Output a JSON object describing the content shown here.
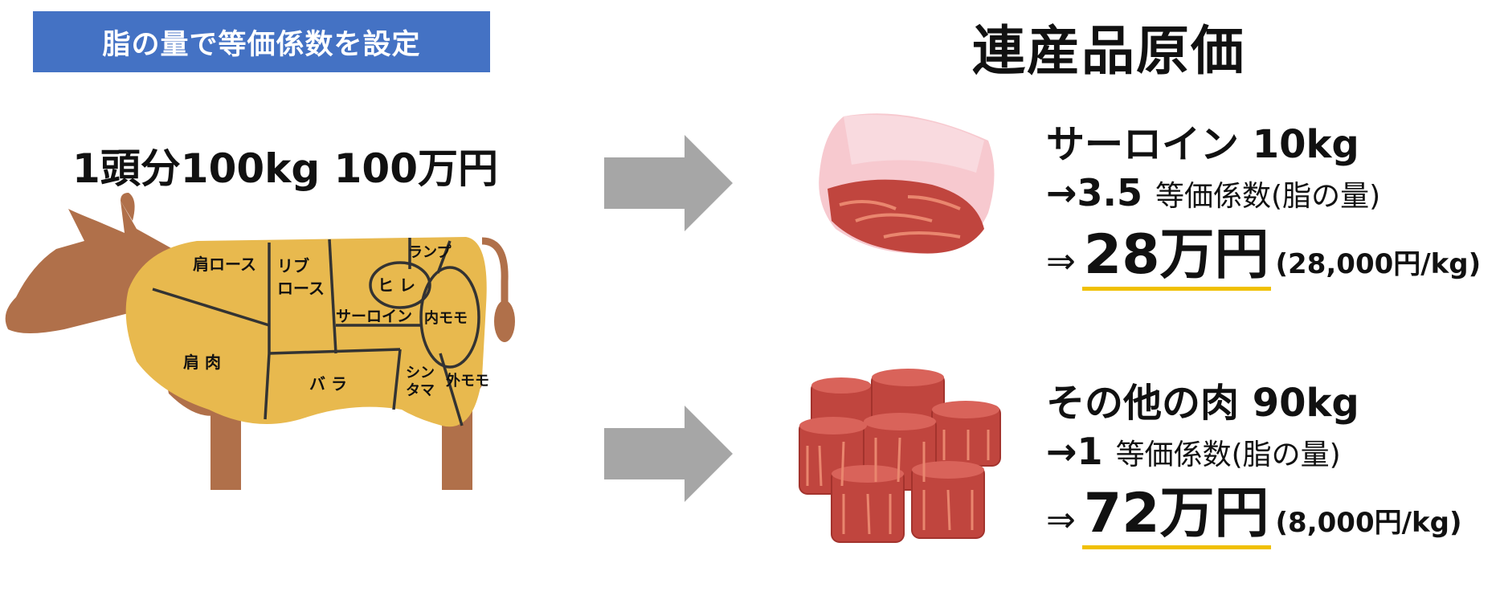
{
  "header": {
    "badge": "脂の量で等価係数を設定",
    "title": "連産品原価"
  },
  "cow": {
    "total": "1頭分100kg 100万円",
    "cuts": {
      "kata_loin": "肩ロース",
      "ribloin_line1": "リブ",
      "ribloin_line2": "ロース",
      "rump": "ランプ",
      "hire": "ヒ レ",
      "sirloin": "サーロイン",
      "uchimomo": "内モモ",
      "katanikku": "肩 肉",
      "bara": "バ ラ",
      "shintama_line1": "シン",
      "shintama_line2": "タマ",
      "sotomomo": "外モモ"
    },
    "colors": {
      "body": "#b0704a",
      "cuts": "#e8b94e",
      "lines": "#333333"
    }
  },
  "products": [
    {
      "name": "サーロイン 10kg",
      "coef_value": "→3.5",
      "coef_label": "等価係数(脂の量)",
      "price_symbol": "⇒",
      "price_big": "28万円",
      "price_per": "(28,000円/kg)"
    },
    {
      "name": "その他の肉 90kg",
      "coef_value": "→1",
      "coef_label": "等価係数(脂の量)",
      "price_symbol": "⇒",
      "price_big": "72万円",
      "price_per": "(8,000円/kg)"
    }
  ],
  "colors": {
    "badge": "#4472c4",
    "arrow": "#a6a6a6",
    "underline": "#f0c000",
    "meat": "#c0453e"
  }
}
